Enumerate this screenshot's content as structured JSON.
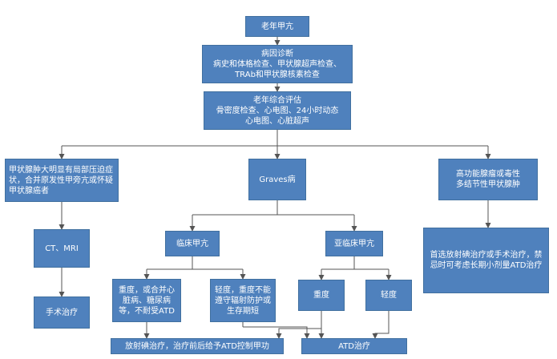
{
  "nodes": {
    "root": "老年甲亢",
    "diagnosis": "病因诊断\n病史和体格检查、甲状腺超声检查、\nTRAb和甲状腺核素检查",
    "assessment": "老年综合评估\n骨密度检查、心电图、24小时动态\n心电图、心脏超声",
    "malignancy": "甲状腺肿大明显有局部压迫症状，合并原发性甲旁亢或怀疑甲状腺癌者",
    "graves": "Graves病",
    "nodular": "高功能腺瘤或毒性\n多结节性甲状腺肿",
    "ct_mri": "CT、MRI",
    "surgery": "手术治疗",
    "clinical": "临床甲亢",
    "subclinical": "亚临床甲亢",
    "nodular_treatment": "首选放射碘治疗或手术治疗，禁忌时可考虑长期小剂量ATD治疗",
    "severe_clinical": "重度，或合并心脏病、糖尿病等，不耐受ATD",
    "mild_clinical": "轻度，重度不能遵守辐射防护或生存期短",
    "sub_severe": "重度",
    "sub_mild": "轻度",
    "radioiodine": "放射碘治疗，治疗前后给予ATD控制甲功",
    "atd": "ATD治疗"
  }
}
